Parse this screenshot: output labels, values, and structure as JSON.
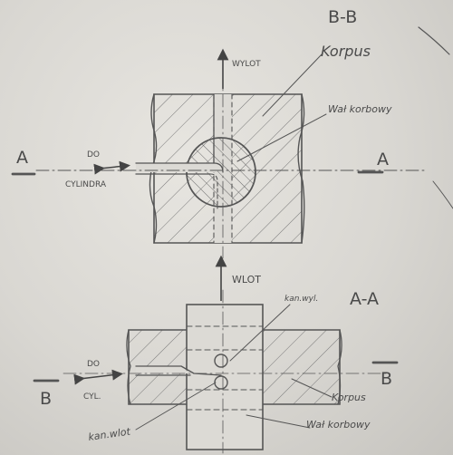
{
  "section_bb": {
    "title": "B-B",
    "out_label": "WYLOT",
    "body_label": "Korpus",
    "crankshaft_label": "Wał korbowy",
    "to_label_1": "DO",
    "to_label_2": "CYLINDRA",
    "cut_left": "A",
    "cut_right": "A"
  },
  "section_aa": {
    "title": "A-A",
    "in_label": "WLOT",
    "outlet_channel_label": "kan.wyl.",
    "to_label_1": "DO",
    "to_label_2": "CYL.",
    "inlet_channel_label": "kan.wlot",
    "body_label": "Korpus",
    "crankshaft_label": "Wał korbowy",
    "cut_left": "B",
    "cut_right": "B"
  },
  "colors": {
    "ink": "#555555",
    "paper": "#dcdad5"
  }
}
